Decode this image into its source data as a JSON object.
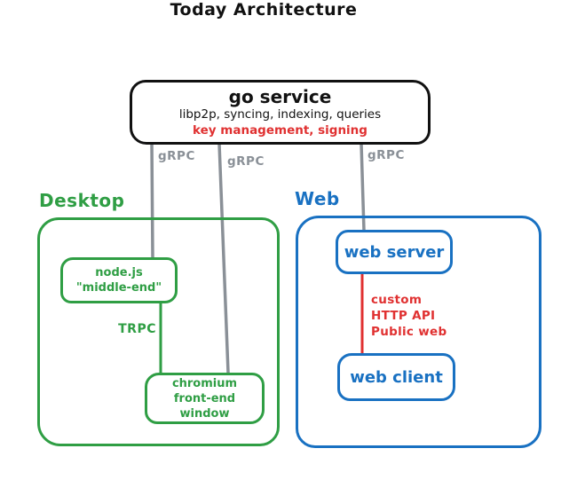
{
  "title": "Today Architecture",
  "colors": {
    "ink": "#111111",
    "green": "#2f9e44",
    "blue": "#1971c2",
    "red": "#e03131",
    "gray": "#8a9097"
  },
  "go_service": {
    "name": "go service",
    "features": "libp2p, syncing, indexing, queries",
    "highlighted_features": "key management, signing"
  },
  "connections": {
    "grpc_labels": [
      "gRPC",
      "gRPC",
      "gRPC"
    ],
    "trpc_label": "TRPC",
    "http_labels": [
      "custom",
      "HTTP API",
      "Public web"
    ]
  },
  "desktop": {
    "label": "Desktop",
    "nodejs_box": [
      "node.js",
      "\"middle-end\""
    ],
    "chromium_box": [
      "chromium",
      "front-end",
      "window"
    ]
  },
  "web": {
    "label": "Web",
    "server_label": "web server",
    "client_label": "web client"
  }
}
